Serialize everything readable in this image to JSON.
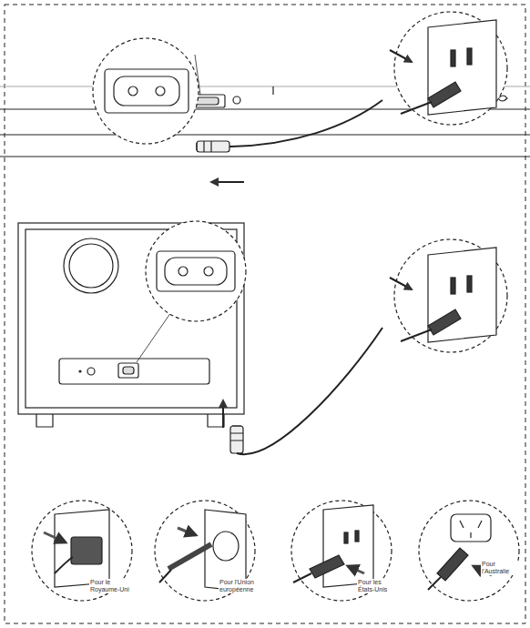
{
  "diagram": {
    "labels": [
      "Pour le Royaume-Uni",
      "Pour l'Union européenne",
      "Pour les États-Unis",
      "Pour l'Australie"
    ]
  }
}
